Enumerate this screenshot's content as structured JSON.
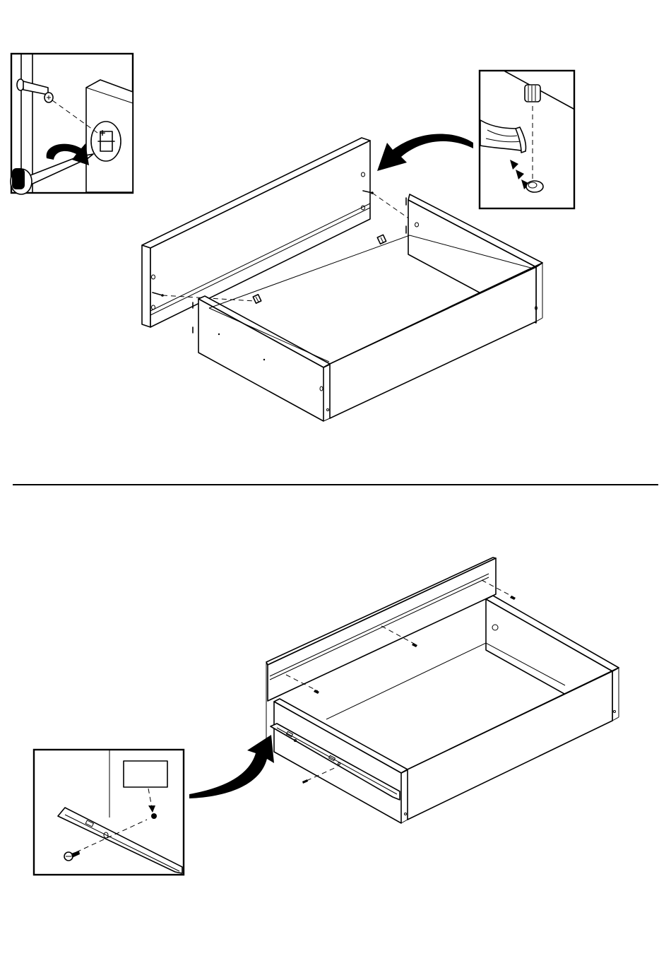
{
  "step_1": {
    "detail_left": "cam-bolt-screwdriver-detail",
    "detail_right": "dowel-hammer-detail"
  },
  "step_2": {
    "detail": "drawer-slide-screw-detail"
  },
  "colors": {
    "line": "#000000",
    "background": "#ffffff"
  }
}
